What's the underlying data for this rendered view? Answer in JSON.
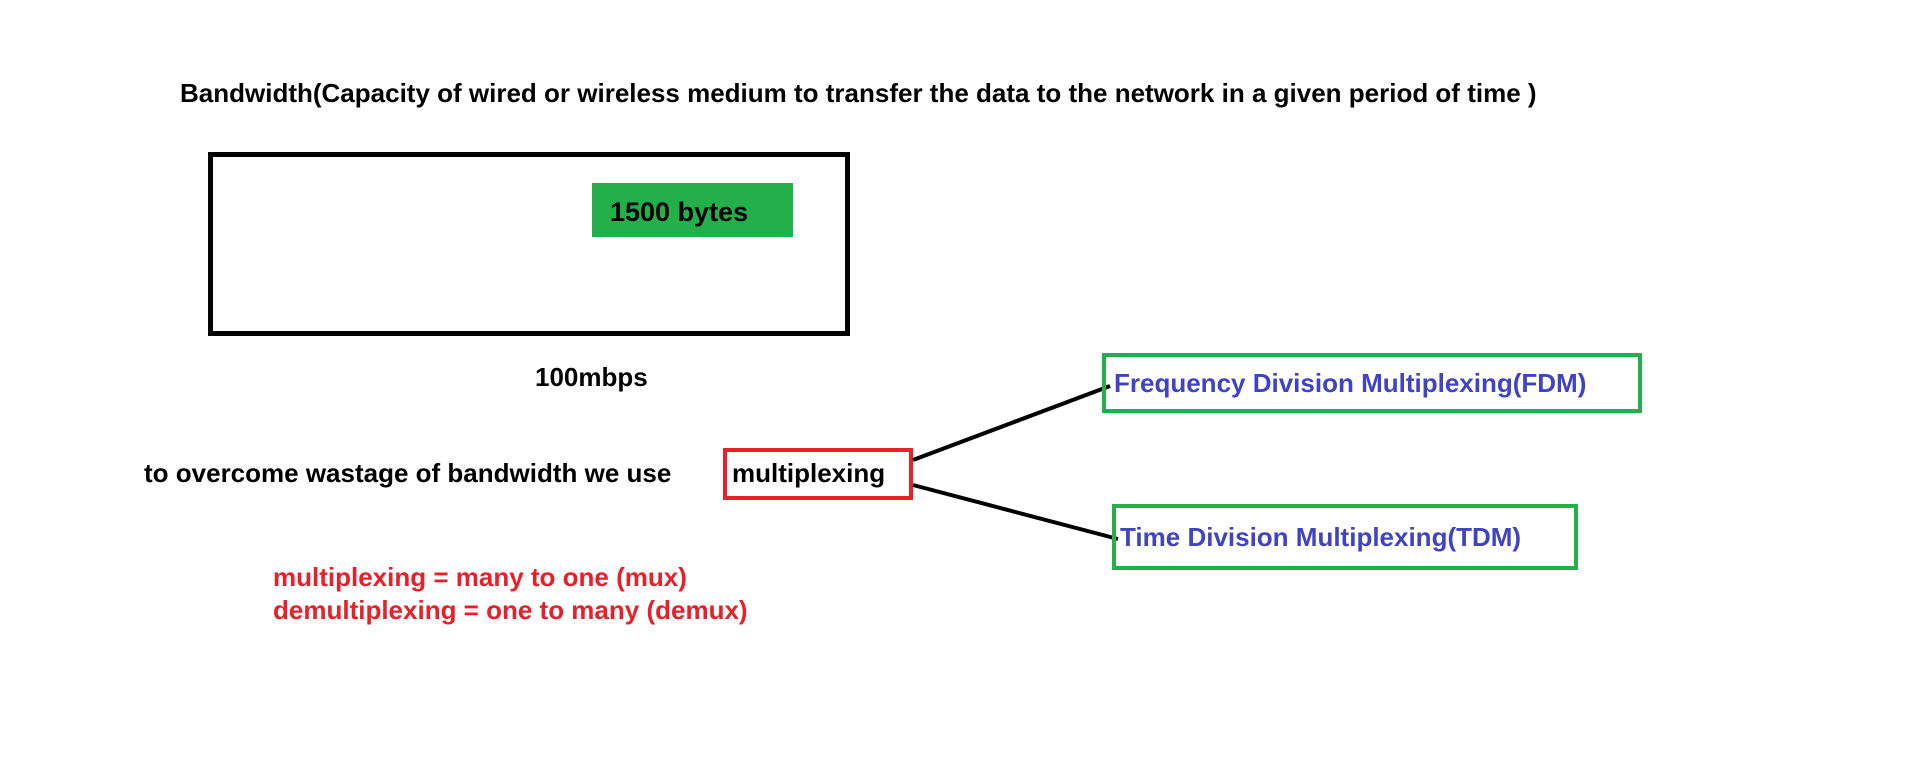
{
  "title": "Bandwidth(Capacity of wired or wireless medium to transfer the data to the network in a given period of time )",
  "channel": {
    "packet_label": "1500 bytes",
    "speed_label": "100mbps"
  },
  "statement": {
    "prefix": "to overcome wastage of bandwidth we use",
    "highlight": "multiplexing"
  },
  "branches": [
    {
      "label": "Frequency Division Multiplexing(FDM)"
    },
    {
      "label": "Time Division Multiplexing(TDM)"
    }
  ],
  "definitions": {
    "mux": "multiplexing = many to one (mux)",
    "demux": "demultiplexing = one to many (demux)"
  },
  "colors": {
    "packet_fill": "#23b04a",
    "highlight_border": "#e8202a",
    "branch_border": "#23b04a",
    "branch_text": "#3f43c4",
    "definition_text": "#e8202a",
    "main_text": "#000000"
  }
}
